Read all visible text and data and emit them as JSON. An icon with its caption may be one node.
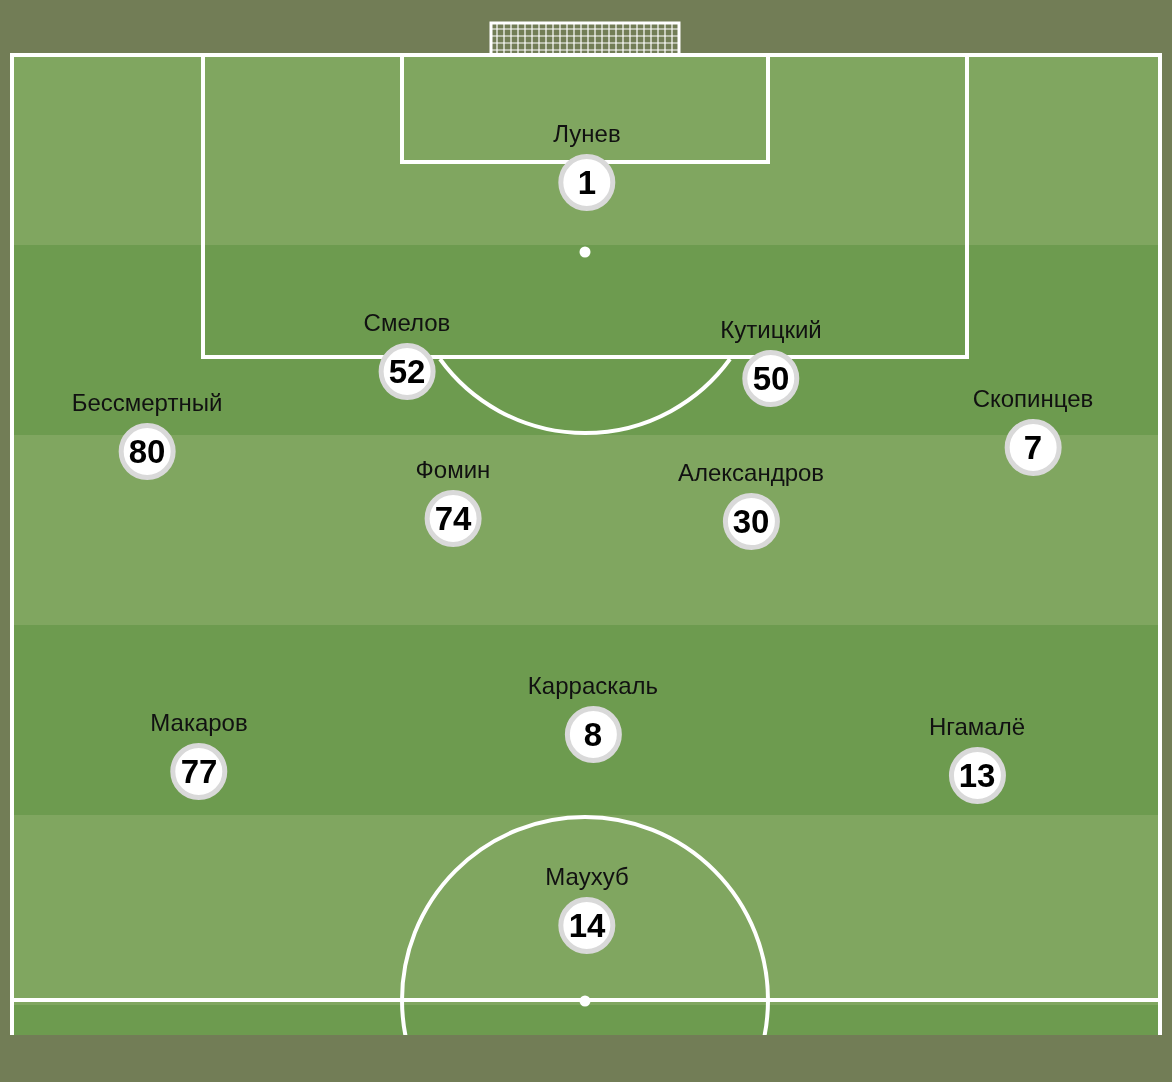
{
  "diagram": {
    "nodes": [
      {
        "text": [
          "Лунев",
          "1"
        ]
      },
      {
        "text": [
          "Смелов",
          "52"
        ]
      },
      {
        "text": [
          "Кутицкий",
          "50"
        ]
      },
      {
        "text": [
          "Бессмертный",
          "80"
        ]
      },
      {
        "text": [
          "Скопинцев",
          "7"
        ]
      },
      {
        "text": [
          "Фомин",
          "74"
        ]
      },
      {
        "text": [
          "Александров",
          "30"
        ]
      },
      {
        "text": [
          "Макаров",
          "77"
        ]
      },
      {
        "text": [
          "Карраскаль",
          "8"
        ]
      },
      {
        "text": [
          "Нгамалё",
          "13"
        ]
      },
      {
        "text": [
          "Маухуб",
          "14"
        ]
      }
    ]
  }
}
